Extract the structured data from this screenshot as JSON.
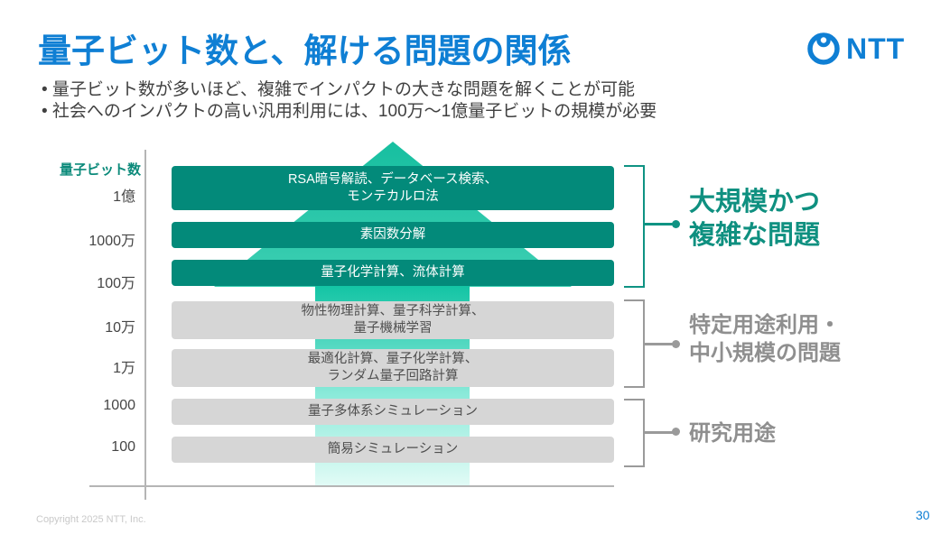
{
  "slide": {
    "title": "量子ビット数と、解ける問題の関係",
    "bullets": [
      "• 量子ビット数が多いほど、複雑でインパクトの大きな問題を解くことが可能",
      "• 社会へのインパクトの高い汎用利用には、100万〜1億量子ビットの規模が必要"
    ],
    "logo_text": "NTT",
    "footer": "Copyright 2025 NTT, Inc.",
    "page_number": "30"
  },
  "chart_data": {
    "type": "bar",
    "title": "量子ビット数と、解ける問題の関係",
    "axis_label": "量子ビット数",
    "y_ticks": [
      "1億",
      "1000万",
      "100万",
      "10万",
      "1万",
      "1000",
      "100"
    ],
    "y_scale": "log, 100 〜 1億 量子ビット",
    "legend_position": "right",
    "bars": [
      {
        "line1": "RSA暗号解読、データベース検索、",
        "line2": "モンテカルロ法",
        "qubit_level": "1億",
        "group": "大規模かつ複雑な問題",
        "color": "teal"
      },
      {
        "line1": "素因数分解",
        "line2": "",
        "qubit_level": "1000万",
        "group": "大規模かつ複雑な問題",
        "color": "teal"
      },
      {
        "line1": "量子化学計算、流体計算",
        "line2": "",
        "qubit_level": "100万",
        "group": "大規模かつ複雑な問題",
        "color": "teal"
      },
      {
        "line1": "物性物理計算、量子科学計算、",
        "line2": "量子機械学習",
        "qubit_level": "10万",
        "group": "特定用途利用・中小規模の問題",
        "color": "gray"
      },
      {
        "line1": "最適化計算、量子化学計算、",
        "line2": "ランダム量子回路計算",
        "qubit_level": "1万",
        "group": "特定用途利用・中小規模の問題",
        "color": "gray"
      },
      {
        "line1": "量子多体系シミュレーション",
        "line2": "",
        "qubit_level": "1000",
        "group": "研究用途",
        "color": "gray"
      },
      {
        "line1": "簡易シミュレーション",
        "line2": "",
        "qubit_level": "100",
        "group": "研究用途",
        "color": "gray"
      }
    ],
    "annotations": [
      {
        "line1": "大規模かつ",
        "line2": "複雑な問題"
      },
      {
        "line1": "特定用途利用・",
        "line2": "中小規模の問題"
      },
      {
        "line1": "研究用途",
        "line2": ""
      }
    ]
  },
  "colors": {
    "accent_blue": "#0f7fd4",
    "teal_bar": "#038a7a",
    "teal_bright": "#1ec5a5",
    "teal_pale": "#defbf5",
    "gray_bar": "#d6d6d6",
    "annotation_teal": "#0f9080",
    "annotation_gray": "#8f8f8f"
  }
}
